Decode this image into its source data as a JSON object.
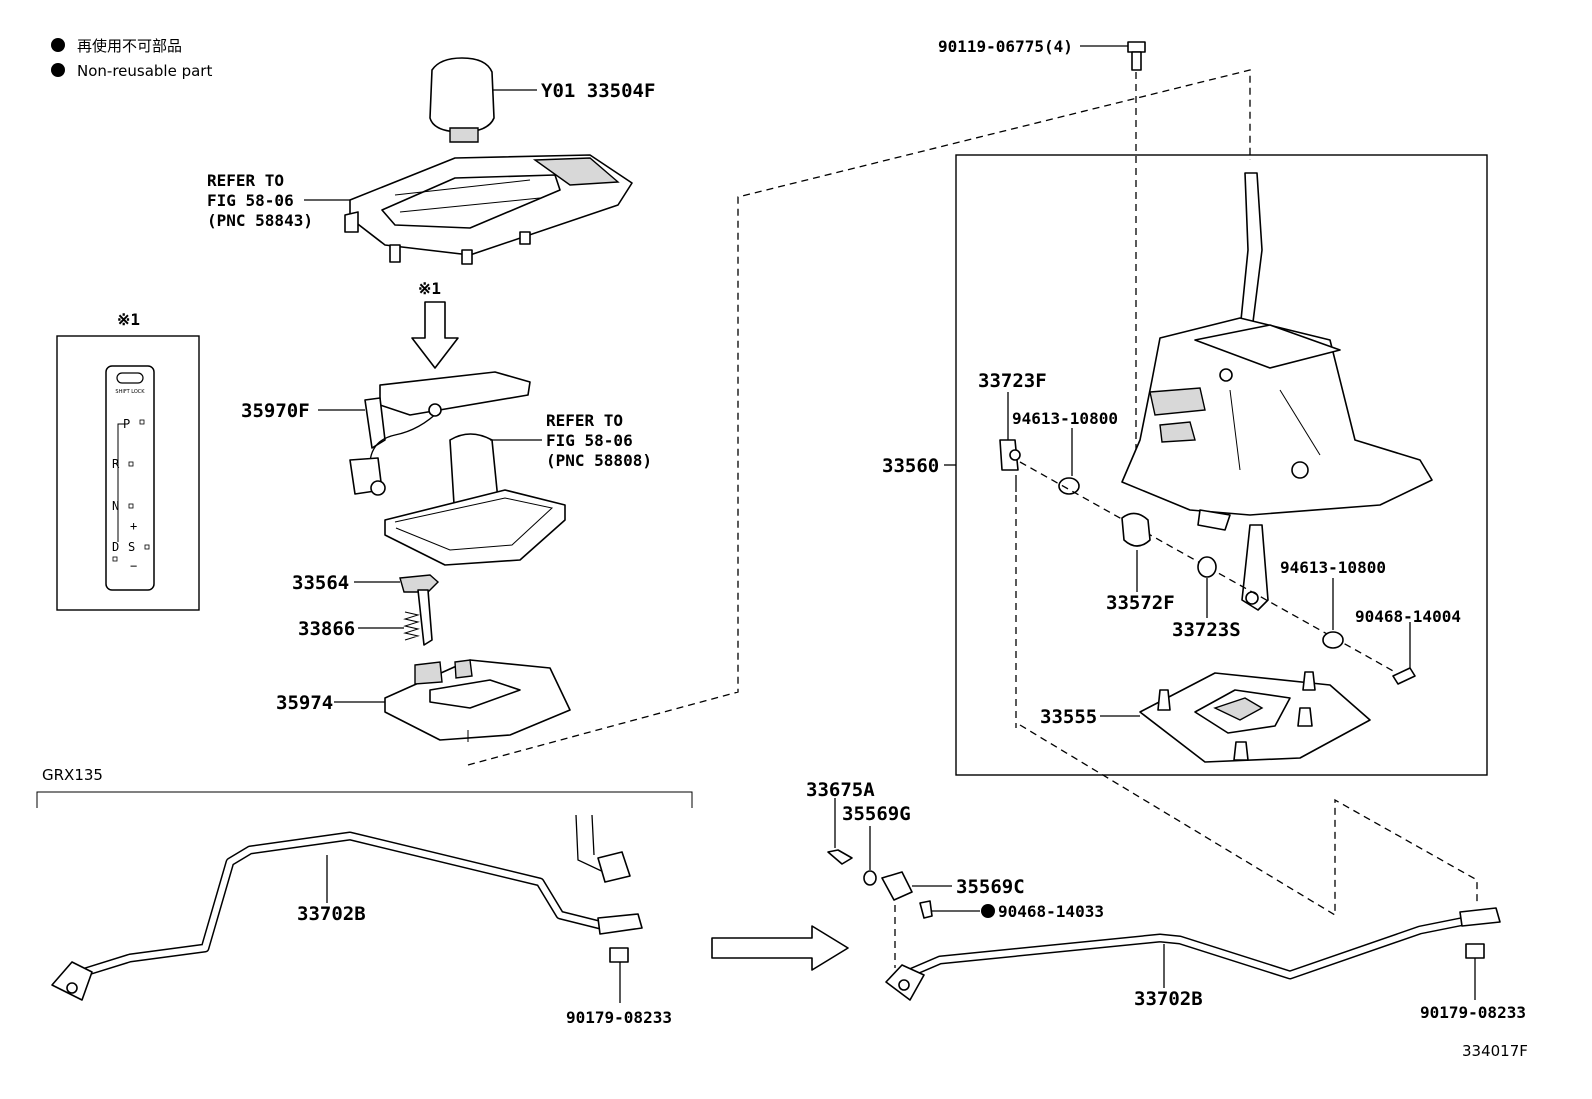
{
  "legend": {
    "jp": "再使用不可部品",
    "en": "Non-reusable part"
  },
  "variant_label": "GRX135",
  "refer_1": {
    "line1": "REFER TO",
    "line2": "FIG 58-06",
    "line3": "(PNC 58843)"
  },
  "refer_2": {
    "line1": "REFER TO",
    "line2": "FIG 58-06",
    "line3": "(PNC 58808)"
  },
  "note_mark": "※1",
  "inset": {
    "title": "※1",
    "shift_lock": "SHIFT LOCK",
    "gear_p": "P",
    "gear_r": "R",
    "gear_n": "N",
    "gear_d": "D",
    "gear_s": "S",
    "plus": "+",
    "minus": "−"
  },
  "parts": {
    "knob": "Y01 33504F",
    "indicator": "35970F",
    "p33564": "33564",
    "p33866": "33866",
    "p35974": "35974",
    "bolt_top": "90119-06775(4)",
    "assembly": "33560",
    "p33723F": "33723F",
    "washer_a": "94613-10800",
    "p33572F": "33572F",
    "p33723S": "33723S",
    "washer_b": "94613-10800",
    "pin_a": "90468-14004",
    "p33555": "33555",
    "p33675A": "33675A",
    "p35569G": "35569G",
    "p35569C": "35569C",
    "pin_b": "90468-14033",
    "cable_left": "33702B",
    "nut_left": "90179-08233",
    "cable_right": "33702B",
    "nut_right": "90179-08233"
  },
  "figure_number": "334017F"
}
